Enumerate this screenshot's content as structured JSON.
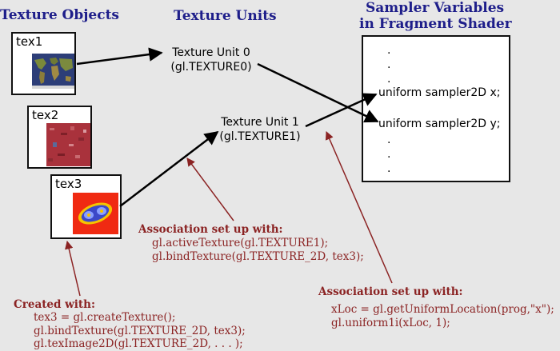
{
  "headings": {
    "texture_objects": "Texture Objects",
    "texture_units": "Texture Units",
    "sampler_line1": "Sampler Variables",
    "sampler_line2": "in Fragment Shader"
  },
  "textures": [
    {
      "label": "tex1",
      "image": "world-map-texture"
    },
    {
      "label": "tex2",
      "image": "red-noise-texture"
    },
    {
      "label": "tex3",
      "image": "fractal-texture"
    }
  ],
  "units": [
    {
      "name": "Texture Unit 0",
      "constant": "(gl.TEXTURE0)"
    },
    {
      "name": "Texture Unit 1",
      "constant": "(gl.TEXTURE1)"
    }
  ],
  "shader": {
    "dot": ".",
    "sampler_x": "uniform sampler2D x;",
    "sampler_y": "uniform sampler2D y;"
  },
  "notes": {
    "created": {
      "title": "Created with:",
      "lines": [
        "tex3 = gl.createTexture();",
        "gl.bindTexture(gl.TEXTURE_2D, tex3);",
        "gl.texImage2D(gl.TEXTURE_2D, . . . );"
      ]
    },
    "unit_assoc": {
      "title": "Association set up with:",
      "lines": [
        "gl.activeTexture(gl.TEXTURE1);",
        "gl.bindTexture(gl.TEXTURE_2D, tex3);"
      ]
    },
    "sampler_assoc": {
      "title": "Association set up with:",
      "lines": [
        "xLoc = gl.getUniformLocation(prog,\"x\");",
        "gl.uniform1i(xLoc, 1);"
      ]
    }
  },
  "colors": {
    "heading": "#1e1e8a",
    "note": "#8b2323",
    "arrow_black": "#000000",
    "arrow_red": "#8b2323",
    "background": "#e7e7e7"
  }
}
